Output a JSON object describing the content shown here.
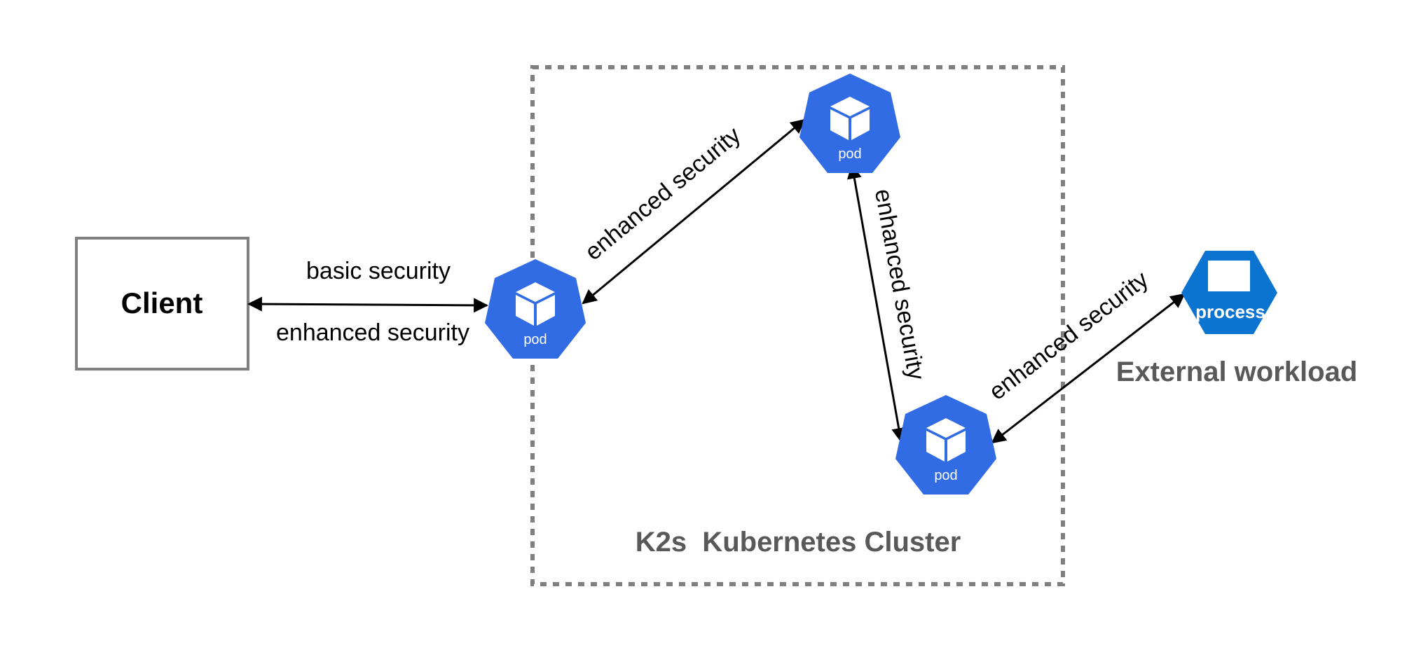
{
  "client": {
    "label": "Client"
  },
  "cluster": {
    "label": "K2s  Kubernetes Cluster"
  },
  "external": {
    "label": "External workload",
    "process_label": "process"
  },
  "pods": [
    {
      "label": "pod"
    },
    {
      "label": "pod"
    },
    {
      "label": "pod"
    }
  ],
  "edges": {
    "client_pod_top": "basic security",
    "client_pod_bottom": "enhanced security",
    "pod1_pod2": "enhanced security",
    "pod2_pod3": "enhanced security",
    "pod3_process": "enhanced security"
  },
  "colors": {
    "pod_fill": "#326ce5",
    "process_fill": "#0b74d1",
    "ink": "#000000",
    "gray_text": "#595959",
    "box_border": "#808080",
    "cluster_border": "#808080"
  },
  "icons": {
    "pod": "cube-icon",
    "process": "process-window-icon"
  }
}
